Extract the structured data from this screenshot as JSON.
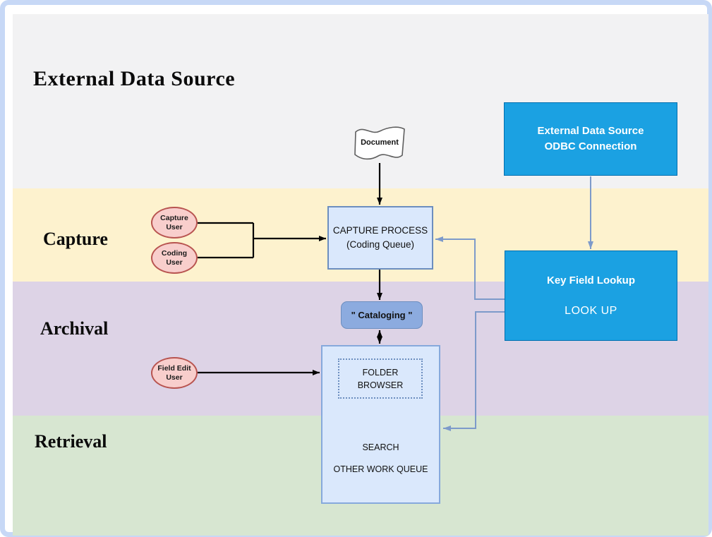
{
  "title": "External Data Source",
  "bands": [
    {
      "label": "Capture",
      "color": "#fdf2ce"
    },
    {
      "label": "Archival",
      "color": "#ddd3e6"
    },
    {
      "label": "Retrieval",
      "color": "#d7e6d1"
    }
  ],
  "nodes": {
    "document": {
      "label": "Document"
    },
    "odbc_connection": {
      "line1": "External Data Source",
      "line2": "ODBC Connection"
    },
    "key_field_lookup": {
      "title": "Key Field Lookup",
      "subtitle": "LOOK UP"
    },
    "capture_process": {
      "line1": "CAPTURE PROCESS",
      "line2": "(Coding Queue)"
    },
    "cataloging": {
      "label": "\" Cataloging \""
    },
    "folder_browser": {
      "line1": "FOLDER",
      "line2": "BROWSER"
    },
    "search": {
      "label": "SEARCH"
    },
    "other_work_queue": {
      "label": "OTHER WORK QUEUE"
    },
    "capture_user": {
      "line1": "Capture",
      "line2": "User"
    },
    "coding_user": {
      "line1": "Coding",
      "line2": "User"
    },
    "field_edit_user": {
      "line1": "Field Edit",
      "line2": "User"
    }
  },
  "colors": {
    "accent_blue": "#1ba1e2",
    "accent_blue_border": "#006eaf",
    "light_blue_fill": "#dae8fc",
    "light_blue_border": "#6c8ebf",
    "cataloging_fill": "#8cabdf",
    "user_fill": "#f8cecc",
    "user_border": "#b85450",
    "connector_blue": "#7d9aca",
    "connector_black": "#000000",
    "band_grey": "#f2f2f3",
    "frame_border": "#c7d8f6"
  }
}
